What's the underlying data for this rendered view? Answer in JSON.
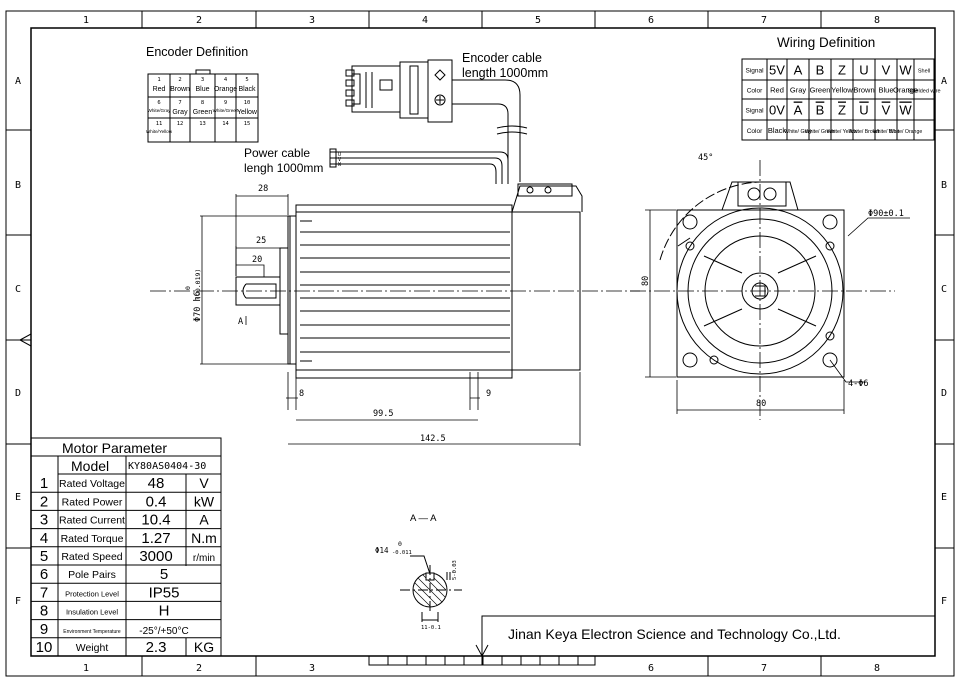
{
  "frame": {
    "col_labels_top": [
      "1",
      "2",
      "3",
      "4",
      "5",
      "6",
      "7",
      "8"
    ],
    "col_labels_bottom": [
      "1",
      "2",
      "3",
      "",
      "",
      "6",
      "7",
      "8"
    ],
    "row_labels": [
      "A",
      "B",
      "C",
      "D",
      "E",
      "F"
    ]
  },
  "encoder_definition": {
    "title": "Encoder Definition",
    "pins": [
      {
        "num": "1",
        "color": "Red"
      },
      {
        "num": "2",
        "color": "Brown"
      },
      {
        "num": "3",
        "color": "Blue"
      },
      {
        "num": "4",
        "color": "Orange"
      },
      {
        "num": "5",
        "color": "Black"
      },
      {
        "num": "6",
        "color": "White/Gray"
      },
      {
        "num": "7",
        "color": "Gray"
      },
      {
        "num": "8",
        "color": "Green"
      },
      {
        "num": "9",
        "color": "White/Green"
      },
      {
        "num": "10",
        "color": "Yellow"
      },
      {
        "num": "11",
        "color": "White/Yellow"
      },
      {
        "num": "12",
        "color": ""
      },
      {
        "num": "13",
        "color": ""
      },
      {
        "num": "14",
        "color": ""
      },
      {
        "num": "15",
        "color": ""
      }
    ]
  },
  "cables": {
    "encoder_line1": "Encoder cable",
    "encoder_line2": "length 1000mm",
    "power_line1": "Power cable",
    "power_line2": "lengh 1000mm",
    "power_wires": [
      "U",
      "V",
      "W"
    ]
  },
  "wiring_definition": {
    "title": "Wiring Definition",
    "row1": {
      "label": "Signal",
      "cells": [
        "5V",
        "A",
        "B",
        "Z",
        "U",
        "V",
        "W",
        "Shell"
      ]
    },
    "row2": {
      "label": "Color",
      "cells": [
        "Red",
        "Gray",
        "Green",
        "Yellow",
        "Brown",
        "Blue",
        "Orange",
        "Shielded wire"
      ]
    },
    "row3": {
      "label": "Signal",
      "cells": [
        "0V",
        "A",
        "B",
        "Z",
        "U",
        "V",
        "W",
        ""
      ]
    },
    "row4": {
      "label": "Color",
      "cells": [
        "Black",
        "White/ Gray",
        "White/ Green",
        "White/ Yellow",
        "White/ Brown",
        "White/ Blue",
        "White/ Orange",
        ""
      ]
    }
  },
  "dimensions": {
    "d28": "28",
    "d25": "25",
    "d20": "20",
    "shaft_dia": "Φ70 h6",
    "tol_upper": "0",
    "tol_lower": "(-0.019)",
    "section_mark": "A",
    "d8": "8",
    "d9": "9",
    "d99_5": "99.5",
    "d142_5": "142.5",
    "d80_height": "80",
    "d80_width": "80",
    "angle": "45°",
    "pcd": "Φ90±0.1",
    "holes": "4-Φ6"
  },
  "section": {
    "title": "A — A",
    "dia": "Φ14",
    "dia_tol_upper": "0",
    "dia_tol_lower": "-0.011",
    "key_h": "5-0.03",
    "key_w": "11-0.1"
  },
  "motor_parameter": {
    "title": "Motor Parameter",
    "model_label": "Model",
    "model_value": "KY80AS0404-30",
    "rows": [
      {
        "no": "1",
        "name": "Rated Voltage",
        "value": "48",
        "unit": "V"
      },
      {
        "no": "2",
        "name": "Rated Power",
        "value": "0.4",
        "unit": "kW"
      },
      {
        "no": "3",
        "name": "Rated Current",
        "value": "10.4",
        "unit": "A"
      },
      {
        "no": "4",
        "name": "Rated Torque",
        "value": "1.27",
        "unit": "N.m"
      },
      {
        "no": "5",
        "name": "Rated Speed",
        "value": "3000",
        "unit": "r/min"
      },
      {
        "no": "6",
        "name": "Pole Pairs",
        "value": "5",
        "unit": ""
      },
      {
        "no": "7",
        "name": "Protection Level",
        "value": "IP55",
        "unit": ""
      },
      {
        "no": "8",
        "name": "Insulation Level",
        "value": "H",
        "unit": ""
      },
      {
        "no": "9",
        "name": "Environment Temperature",
        "value": "-25°/+50°C",
        "unit": ""
      },
      {
        "no": "10",
        "name": "Weight",
        "value": "2.3",
        "unit": "KG"
      }
    ]
  },
  "company": "Jinan Keya Electron Science and Technology Co.,Ltd."
}
